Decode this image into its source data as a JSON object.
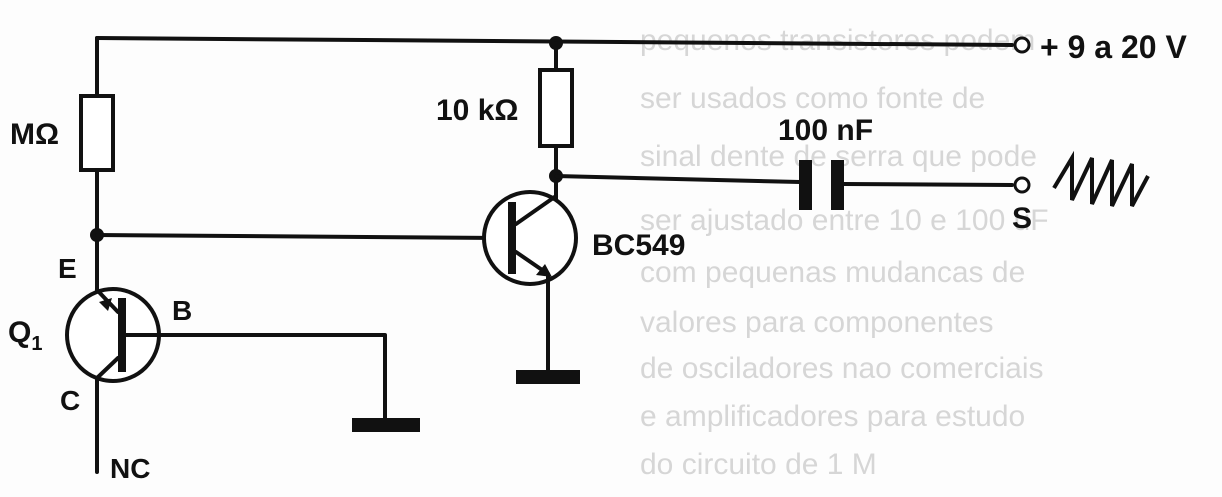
{
  "supply_label": "+ 9 a 20 V",
  "output_label": "S",
  "components": {
    "r1": {
      "label": "MΩ"
    },
    "r2": {
      "label": "10 kΩ"
    },
    "c1": {
      "label": "100 nF"
    },
    "q1": {
      "label": "Q",
      "label_sub": "1",
      "emitter": "E",
      "base": "B",
      "collector": "C",
      "collector_note": "NC"
    },
    "q2": {
      "label": "BC549"
    }
  },
  "colors": {
    "ink": "#111111",
    "background": "#fdfdfd",
    "ghost_text": "#d6d6d6"
  },
  "icons": [
    "sawtooth-waveform-icon",
    "ground-symbol-icon"
  ],
  "bleed_text": [
    "pequenos transistores podem",
    "ser usados como fonte de",
    "sinal dente de serra que pode",
    "ser ajustado entre 10 e 100 uF",
    "com pequenas mudancas de",
    "valores para componentes",
    "de osciladores nao comerciais",
    "e amplificadores para estudo",
    "do circuito de 1 M"
  ]
}
